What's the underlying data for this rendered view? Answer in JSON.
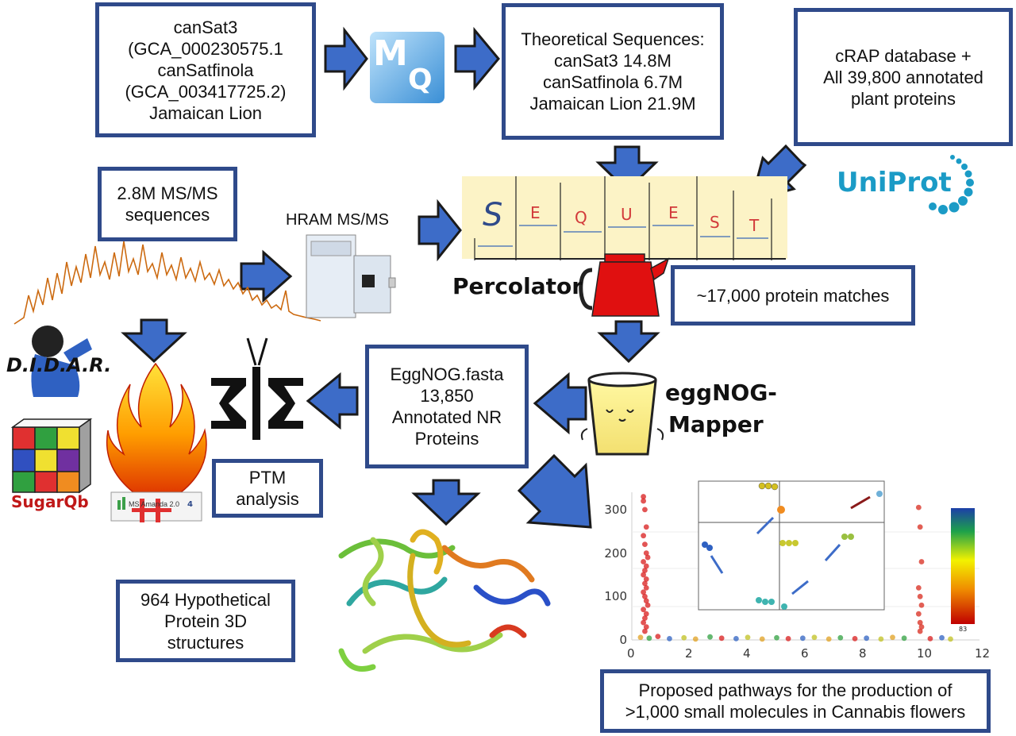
{
  "boxes": {
    "genomes": [
      "canSat3",
      "(GCA_000230575.1",
      "canSatfinola",
      "(GCA_003417725.2)",
      "Jamaican Lion"
    ],
    "theoretical": [
      "Theoretical Sequences:",
      "canSat3 14.8M",
      "canSatfinola 6.7M",
      "Jamaican Lion 21.9M"
    ],
    "crap": [
      "cRAP database +",
      "All 39,800 annotated",
      "plant proteins"
    ],
    "msms": [
      "2.8M MS/MS",
      "sequences"
    ],
    "protein_matches": "~17,000 protein matches",
    "eggnog_fasta": [
      "EggNOG.fasta",
      "13,850",
      "Annotated NR",
      "Proteins"
    ],
    "ptm": [
      "PTM",
      "analysis"
    ],
    "hypothetical": [
      "964 Hypothetical",
      "Protein 3D",
      "structures"
    ],
    "pathways": [
      "Proposed pathways for the production of",
      ">1,000 small molecules in Cannabis flowers"
    ]
  },
  "labels": {
    "hram": "HRAM MS/MS",
    "percolator": "Percolator",
    "eggnog_mapper_1": "eggNOG-",
    "eggnog_mapper_2": "Mapper",
    "didar": "D.I.D.A.R.",
    "sugarqb": "SugarQb",
    "ms_amanda": "MS Amanda 2.0",
    "ms_amanda_ver": "4",
    "uniprot": "UniProt",
    "mq_m": "M",
    "mq_q": "Q"
  },
  "sequest_letters": [
    "S",
    "E",
    "Q",
    "U",
    "E",
    "S",
    "T"
  ],
  "colors": {
    "box_border": "#2f4a8a",
    "arrow_fill": "#3d6cc8",
    "arrow_stroke": "#1a1a1a",
    "uniprot_blue": "#1b9bc6",
    "percolator_red": "#e01010",
    "sugarqb_red": "#c01818"
  },
  "chart_data": {
    "type": "scatter",
    "xlim": [
      0,
      12
    ],
    "ylim": [
      0,
      340
    ],
    "x_ticks": [
      "0",
      "2",
      "4",
      "6",
      "8",
      "10",
      "12"
    ],
    "y_ticks": [
      "0",
      "100",
      "200",
      "300"
    ],
    "colorbar_label": "83",
    "series": [
      {
        "x": [
          0.4,
          0.4,
          0.45,
          0.5,
          0.4,
          0.45,
          0.5,
          0.55,
          0.4,
          0.5,
          0.45,
          0.4,
          0.5,
          0.45,
          0.5,
          0.4,
          0.45,
          0.5,
          0.55,
          0.4,
          0.5,
          0.45,
          0.4,
          0.5,
          0.45
        ],
        "y": [
          330,
          320,
          300,
          260,
          240,
          220,
          200,
          190,
          180,
          170,
          160,
          150,
          140,
          130,
          120,
          110,
          100,
          90,
          80,
          70,
          60,
          50,
          40,
          30,
          20
        ]
      },
      {
        "x": [
          9.9,
          9.95,
          10,
          9.9,
          9.95,
          10,
          9.9,
          9.95,
          10,
          9.95
        ],
        "y": [
          305,
          260,
          180,
          120,
          100,
          80,
          60,
          40,
          30,
          20
        ]
      },
      {
        "x": [
          0.3,
          0.6,
          0.9,
          1.3,
          1.8,
          2.2,
          2.7,
          3.1,
          3.6,
          4.0,
          4.5,
          5.0,
          5.4,
          5.9,
          6.3,
          6.8,
          7.2,
          7.7,
          8.1,
          8.6,
          9.0,
          9.4,
          10.3,
          10.7,
          11.0
        ],
        "y": [
          6,
          4,
          8,
          3,
          5,
          2,
          7,
          4,
          3,
          6,
          2,
          5,
          3,
          4,
          6,
          2,
          5,
          3,
          4,
          2,
          6,
          4,
          3,
          5,
          2
        ]
      }
    ]
  }
}
